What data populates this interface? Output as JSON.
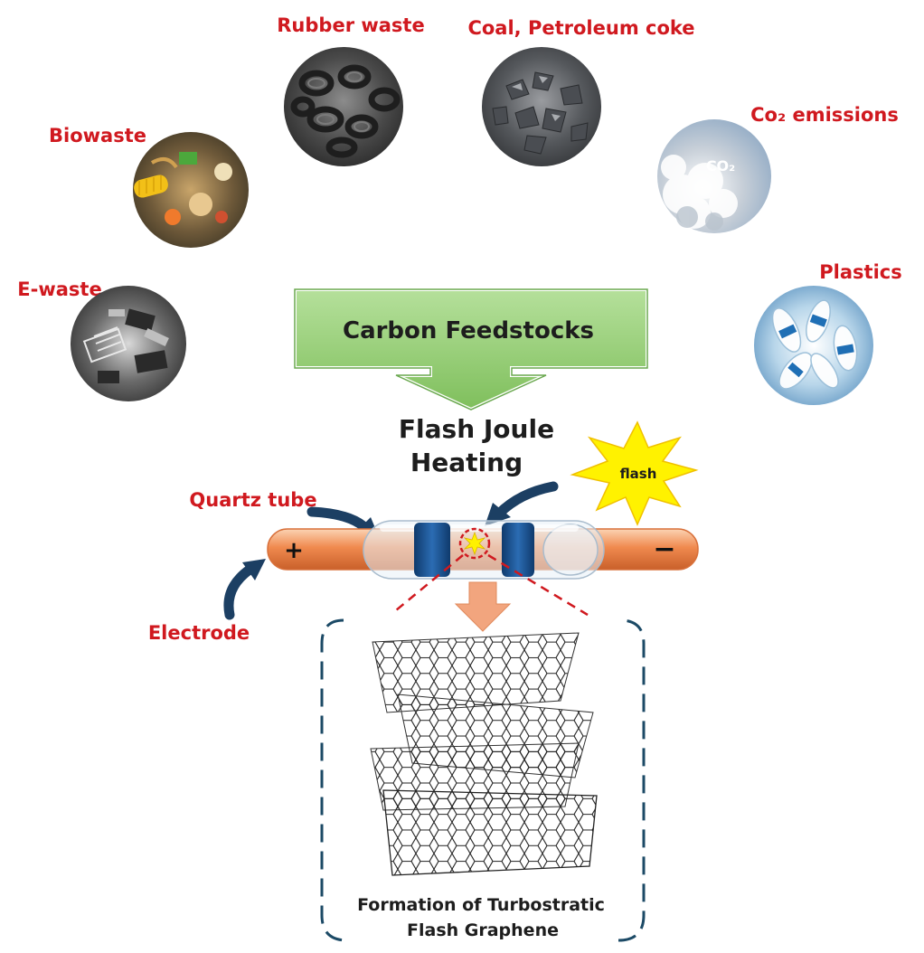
{
  "feedstocks": {
    "rubber_waste": "Rubber waste",
    "coal": "Coal, Petroleum coke",
    "biowaste": "Biowaste",
    "co2_emissions": "Co₂ emissions",
    "co2_inner": "CO₂",
    "e_waste": "E-waste",
    "plastics": "Plastics"
  },
  "center": {
    "feedstock_box": "Carbon Feedstocks",
    "process_line1": "Flash Joule",
    "process_line2": "Heating",
    "flash_label": "flash"
  },
  "apparatus": {
    "quartz_tube": "Quartz tube",
    "electrode": "Electrode",
    "plus_sign": "+",
    "minus_sign": "−"
  },
  "result": {
    "line1": "Formation of Turbostratic",
    "line2": "Flash Graphene"
  },
  "colors": {
    "label_red": "#d0191f",
    "box_green": "#8ccc6a",
    "electrode_orange": "#f08a4f",
    "cap_blue": "#1b4f8a",
    "arrow_navy": "#1c3f63",
    "flash_yellow": "#fff200"
  }
}
